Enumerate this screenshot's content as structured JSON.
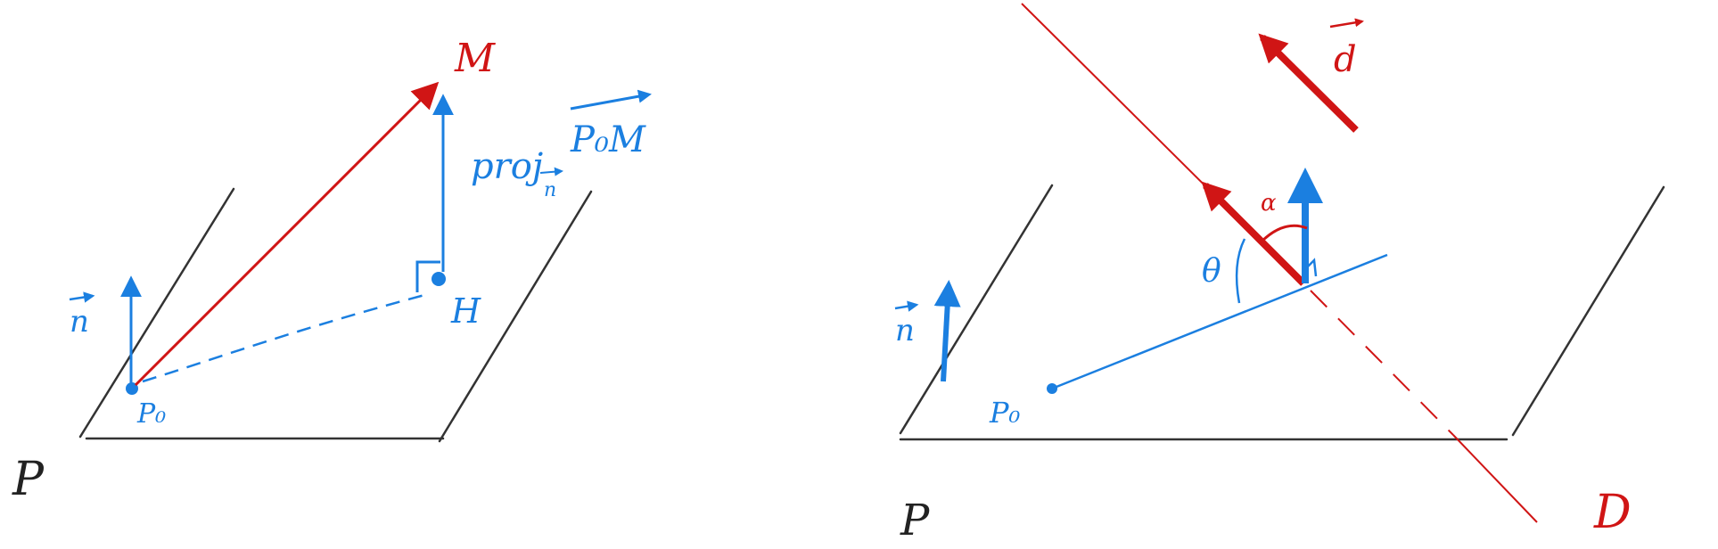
{
  "colors": {
    "blue": "#1b7fe0",
    "red": "#d01515",
    "plane": "#333333"
  },
  "left_figure": {
    "plane_label": "P",
    "normal_label": "n",
    "p0_label": "P₀",
    "m_label": "M",
    "h_label": "H",
    "proj_text": "proj",
    "proj_sub": "n",
    "proj_vec": "P₀M"
  },
  "right_figure": {
    "plane_label": "P",
    "normal_label": "n",
    "p0_label": "P₀",
    "d_label": "d",
    "line_label": "D",
    "theta_label": "θ",
    "alpha_label": "α"
  }
}
